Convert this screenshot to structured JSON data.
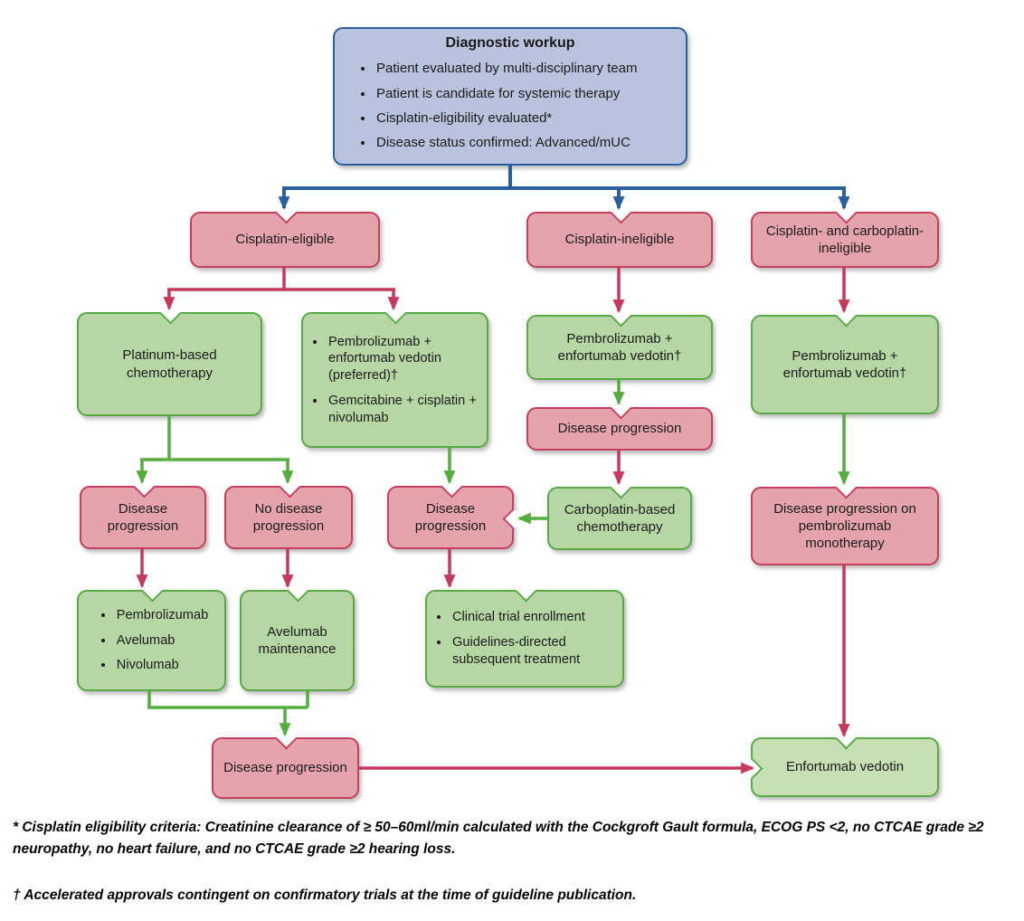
{
  "colors": {
    "blue_fill": "#b9c3dd",
    "blue_border": "#2a5f9e",
    "pink_fill": "#e5a3ab",
    "pink_border": "#c53e5d",
    "green_fill": "#b6d7a3",
    "green_light_fill": "#c6dfb3",
    "green_border": "#58a946",
    "arrow_blue": "#2a5f9e",
    "arrow_red": "#c5395c",
    "arrow_green": "#55ad40"
  },
  "nodes": {
    "diagnostic_workup": {
      "title": "Diagnostic workup",
      "bullets": [
        "Patient evaluated by multi-disciplinary team",
        "Patient is candidate for systemic therapy",
        "Cisplatin-eligibility evaluated*",
        "Disease status confirmed: Advanced/mUC"
      ]
    },
    "cisplatin_eligible": {
      "label": "Cisplatin-eligible"
    },
    "cisplatin_ineligible": {
      "label": "Cisplatin-ineligible"
    },
    "cisplatin_carboplatin_ineligible": {
      "label": "Cisplatin- and carboplatin-ineligible"
    },
    "platinum_chemo": {
      "label": "Platinum-based chemotherapy"
    },
    "pembro_ev_or_gemcis": {
      "bullets": [
        "Pembrolizumab + enfortumab vedotin (preferred)†",
        "Gemcitabine + cisplatin + nivolumab"
      ]
    },
    "pembro_ev_mid": {
      "label": "Pembrolizumab + enfortumab vedotin†"
    },
    "pembro_ev_right": {
      "label": "Pembrolizumab + enfortumab vedotin†"
    },
    "disease_progression_mid": {
      "label": "Disease progression"
    },
    "carboplatin_chemo": {
      "label": "Carboplatin-based chemotherapy"
    },
    "disease_progression_left": {
      "label": "Disease progression"
    },
    "no_disease_progression": {
      "label": "No disease progression"
    },
    "disease_progression_center": {
      "label": "Disease progression"
    },
    "disease_progression_pembro_mono": {
      "label": "Disease progression on pembrolizumab monotherapy"
    },
    "io_monotherapy_options": {
      "bullets": [
        "Pembrolizumab",
        "Avelumab",
        "Nivolumab"
      ]
    },
    "avelumab_maintenance": {
      "label": "Avelumab maintenance"
    },
    "clinical_trial_options": {
      "bullets": [
        "Clinical trial enrollment",
        "Guidelines-directed subsequent treatment"
      ]
    },
    "disease_progression_bottom": {
      "label": "Disease progression"
    },
    "enfortumab_vedotin": {
      "label": "Enfortumab vedotin"
    }
  },
  "footnotes": {
    "cisplatin_criteria": "* Cisplatin eligibility criteria: Creatinine clearance of ≥ 50–60ml/min calculated with the Cockgroft Gault formula, ECOG PS <2, no CTCAE grade ≥2 neuropathy, no heart failure, and no CTCAE grade ≥2 hearing loss.",
    "accelerated_approval": "† Accelerated approvals contingent on confirmatory trials at the time of guideline publication."
  }
}
